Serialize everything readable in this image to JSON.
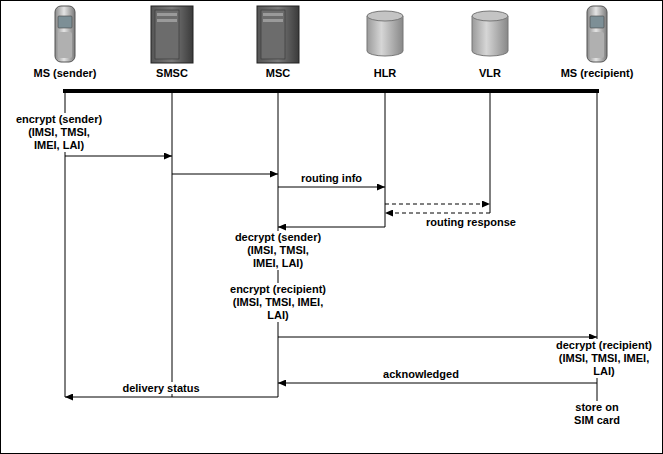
{
  "diagram": {
    "nodes": [
      {
        "text": [
          "MS (sender)"
        ]
      },
      {
        "text": [
          "SMSC"
        ]
      },
      {
        "text": [
          "MSC"
        ]
      },
      {
        "text": [
          "HLR"
        ]
      },
      {
        "text": [
          "VLR"
        ]
      },
      {
        "text": [
          "MS (recipient)"
        ]
      }
    ],
    "edges": [
      {
        "from": 0,
        "to": 1,
        "arrow": "to"
      },
      {
        "from": 1,
        "to": 2,
        "arrow": "to"
      },
      {
        "from": 2,
        "to": 3,
        "label": "routing info",
        "arrow": "to"
      },
      {
        "from": 3,
        "to": 4,
        "arrow": "to"
      },
      {
        "from": 4,
        "to": 3,
        "label": "routing response",
        "arrow": "to"
      },
      {
        "from": 3,
        "to": 2,
        "arrow": "to"
      },
      {
        "from": 2,
        "to": 5,
        "arrow": "to"
      },
      {
        "from": 5,
        "to": 2,
        "label": "acknowledged",
        "arrow": "to"
      },
      {
        "from": 2,
        "to": 0,
        "label": "delivery status",
        "arrow": "to"
      }
    ],
    "labels": [
      "encrypt (sender) (IMSI, TMSI, IMEI, LAI)",
      "decrypt (sender) (IMSI, TMSI, IMEI, LAI)",
      "encrypt (recipient) (IMSI, TMSI, IMEI, LAI)",
      "decrypt (recipient) (IMSI, TMSI, IMEI, LAI)",
      "store on SIM card"
    ]
  }
}
